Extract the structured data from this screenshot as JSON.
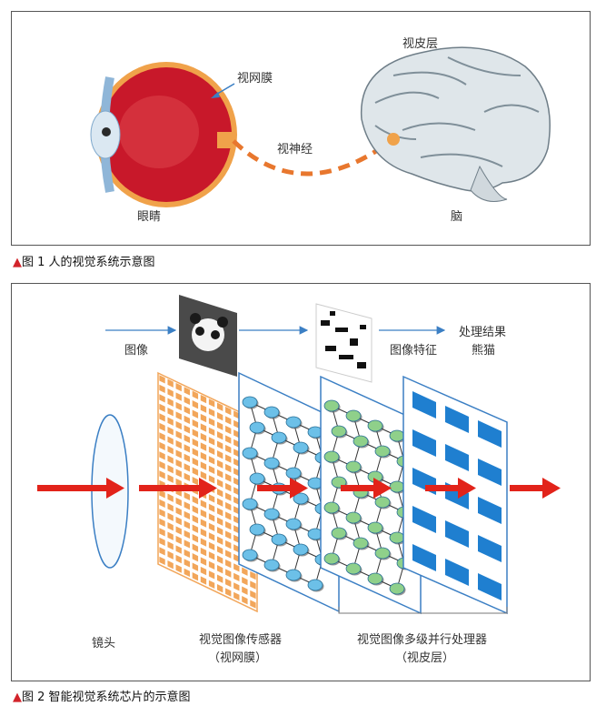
{
  "figure1": {
    "caption_prefix": "▲",
    "caption": "图 1  人的视觉系统示意图",
    "labels": {
      "cortex": "视皮层",
      "retina": "视网膜",
      "optic_nerve": "视神经",
      "eye": "眼睛",
      "brain": "脑"
    }
  },
  "figure2": {
    "caption_prefix": "▲",
    "caption": "图 2  智能视觉系统芯片的示意图",
    "labels": {
      "image": "图像",
      "image_feature": "图像特征",
      "result_line1": "处理结果",
      "result_line2": "熊猫",
      "lens": "镜头",
      "sensor_line1": "视觉图像传感器",
      "sensor_line2": "（视网膜）",
      "processor_line1": "视觉图像多级并行处理器",
      "processor_line2": "（视皮层）"
    }
  },
  "colors": {
    "arrow_red": "#e2231a",
    "nerve_orange": "#e8772e",
    "flow_blue": "#3b7fc4",
    "sensor_orange": "#f2a65a",
    "node_blue": "#6cc0e8",
    "node_green": "#8fd08a",
    "block_blue": "#1f7fd0"
  }
}
